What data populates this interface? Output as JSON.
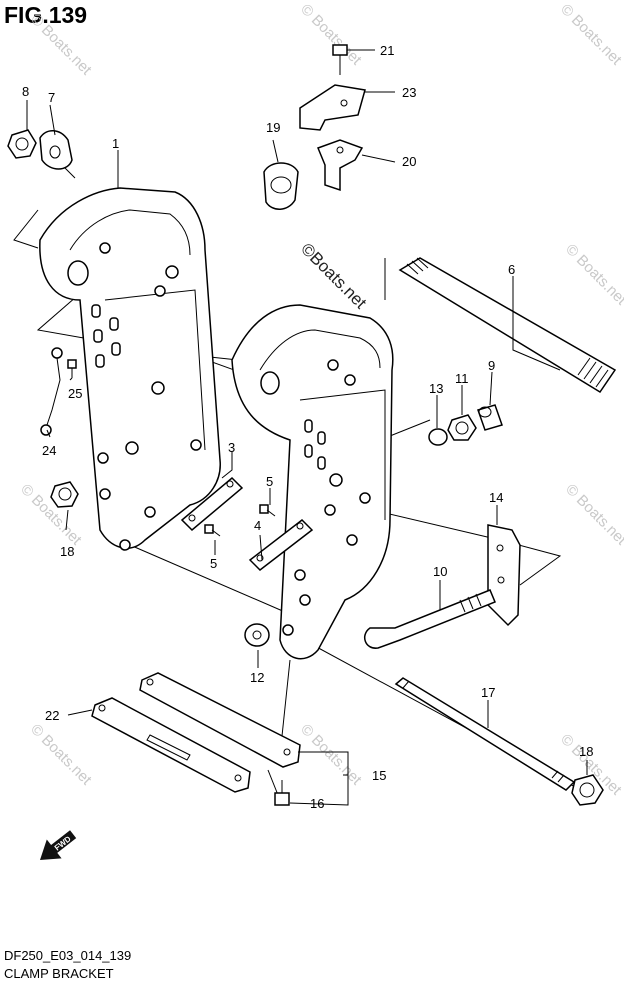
{
  "header": {
    "figure": "FIG.139"
  },
  "footer": {
    "code": "DF250_E03_014_139",
    "caption": "CLAMP BRACKET"
  },
  "watermark": {
    "main": "©Boats.net",
    "faint": "© Boats.net"
  },
  "fwd_badge": {
    "text": "FWD"
  },
  "callouts": {
    "c1": "1",
    "c3": "3",
    "c4": "4",
    "c5a": "5",
    "c5b": "5",
    "c6": "6",
    "c7": "7",
    "c8": "8",
    "c9": "9",
    "c10": "10",
    "c11": "11",
    "c12": "12",
    "c13": "13",
    "c14": "14",
    "c15": "15",
    "c16": "16",
    "c17": "17",
    "c18a": "18",
    "c18b": "18",
    "c19": "19",
    "c20": "20",
    "c21": "21",
    "c22": "22",
    "c23": "23",
    "c24": "24",
    "c25": "25"
  }
}
